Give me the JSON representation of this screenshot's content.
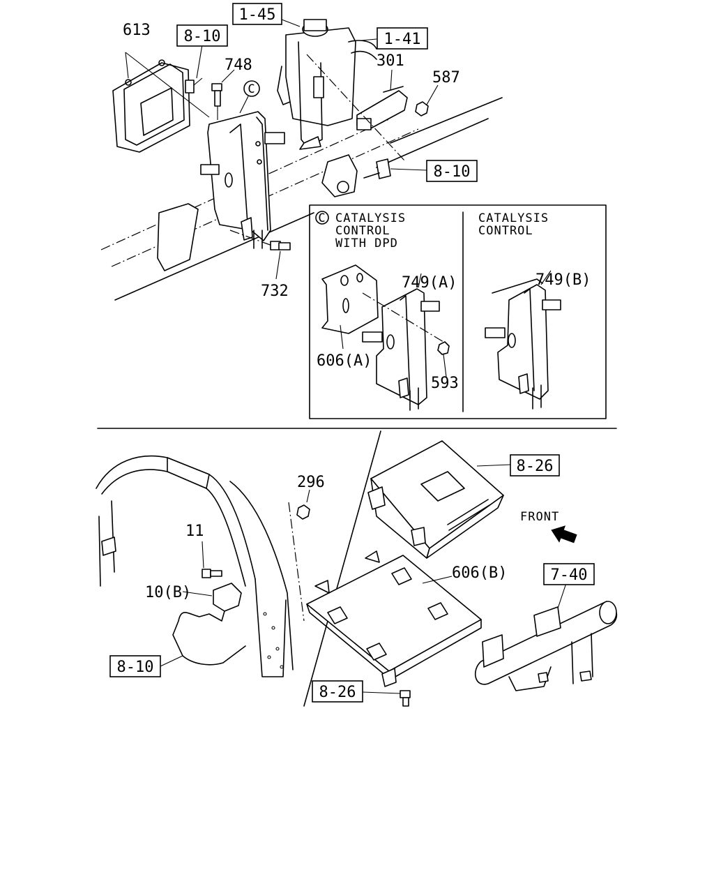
{
  "refs": {
    "r145": "1-45",
    "r141": "1-41",
    "r810a": "8-10",
    "r810b": "8-10",
    "r810c": "8-10",
    "r826a": "8-26",
    "r826b": "8-26",
    "r740": "7-40"
  },
  "parts": {
    "p613": "613",
    "p748": "748",
    "p301": "301",
    "p587": "587",
    "p732": "732",
    "p749a": "749(A)",
    "p749b": "749(B)",
    "p606a": "606(A)",
    "p593": "593",
    "p296": "296",
    "p11": "11",
    "p10b": "10(B)",
    "p606b": "606(B)"
  },
  "markers": {
    "c_main": "C",
    "c_inset": "C"
  },
  "inset": {
    "left_title": [
      "CATALYSIS",
      "CONTROL",
      "WITH DPD"
    ],
    "right_title": [
      "CATALYSIS",
      "CONTROL"
    ]
  },
  "direction": {
    "front_label": "FRONT"
  }
}
